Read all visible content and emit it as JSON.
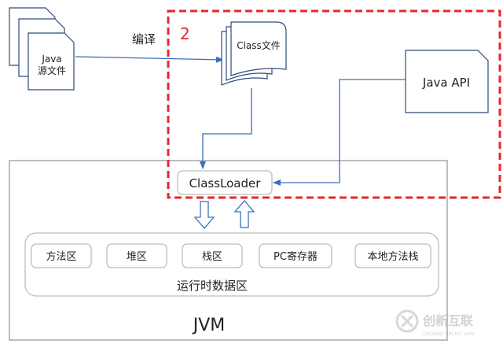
{
  "diagram": {
    "java_source": {
      "line1": "Java",
      "line2": "源文件"
    },
    "compile_label": "编译",
    "step_number": "2",
    "class_file": "Class文件",
    "java_api": "Java API",
    "classloader": "ClassLoader",
    "runtime_areas": [
      "方法区",
      "堆区",
      "栈区",
      "PC寄存器",
      "本地方法栈"
    ],
    "runtime_data_area": "运行时数据区",
    "jvm": "JVM"
  },
  "watermark": {
    "brand": "创新互联",
    "sub": "CHUANG XIN HU LIAN"
  },
  "colors": {
    "arrow": "#3a6fbf",
    "highlight_border": "#e8262b",
    "box_border": "#b3b3b3",
    "doc_border": "#2e4a7a"
  }
}
